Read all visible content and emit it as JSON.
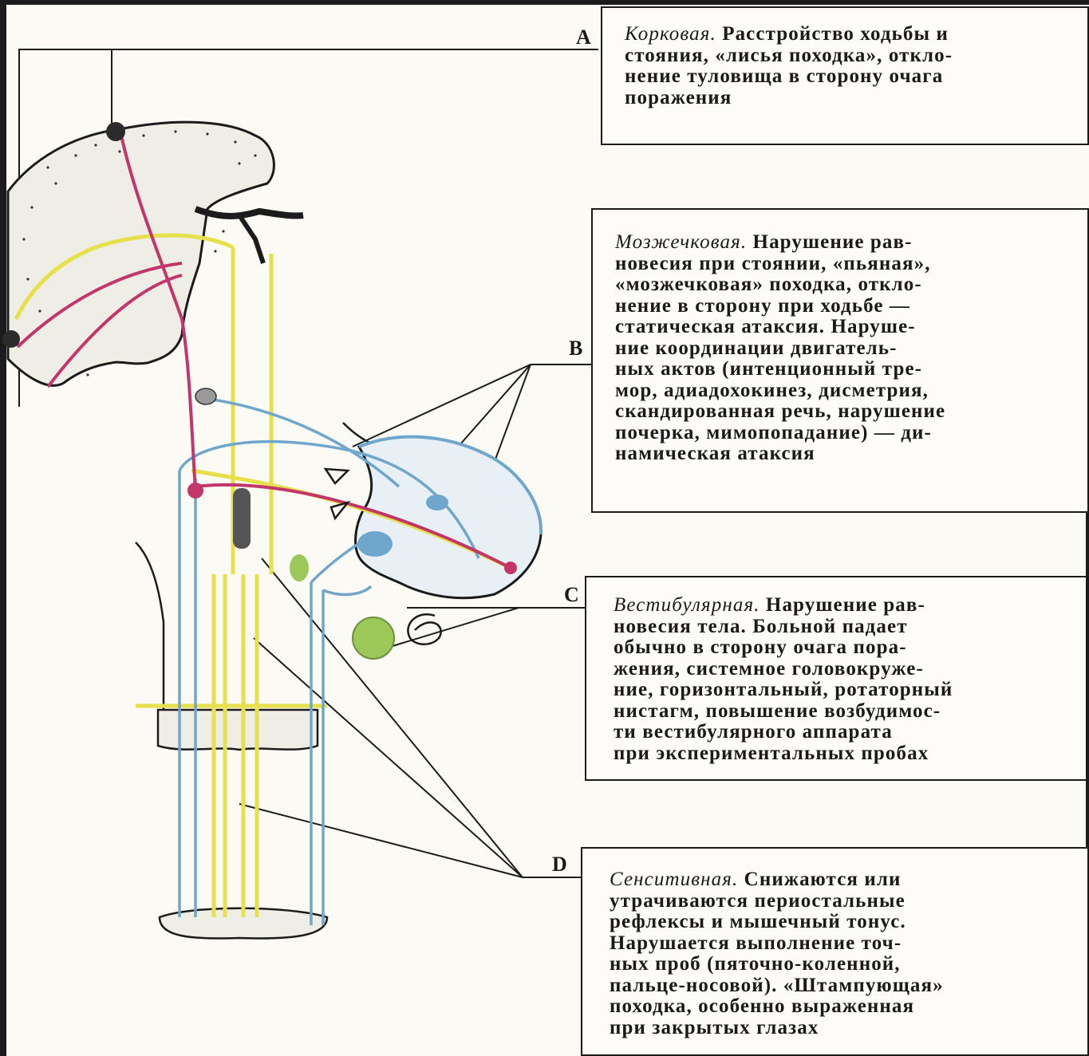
{
  "labels": {
    "a": "A",
    "b": "B",
    "c": "C",
    "d": "D"
  },
  "boxes": {
    "a": {
      "title": "Корковая.",
      "text": " Расстройство ходьбы и\nстояния, «лисья походка», откло-\nнение туловища в сторону очага\nпоражения"
    },
    "b": {
      "title": "Мозжечковая.",
      "text": " Нарушение рав-\nновесия при стоянии, «пьяная»,\n«мозжечковая» походка, откло-\nнение в сторону при ходьбе —\nстатическая атаксия. Наруше-\nние координации двигатель-\nных актов (интенционный тре-\nмор, адиадохокинез, дисметрия,\nскандированная речь, нарушение\nпочерка, мимопопадание) — ди-\nнамическая атаксия"
    },
    "c": {
      "title": "Вестибулярная.",
      "text": " Нарушение рав-\nновесия тела. Больной падает\nобычно в сторону очага пора-\nжения, системное головокруже-\nние, горизонтальный, ротаторный\nнистагм, повышение возбудимос-\nти вестибулярного аппарата\nпри экспериментальных пробах"
    },
    "d": {
      "title": "Сенситивная.",
      "text": " Снижаются или\nутрачиваются периостальные\nрефлексы и мышечный тонус.\nНарушается выполнение точ-\nных проб (пяточно-коленной,\nпальце-носовой). «Штампующая»\nпоходка, особенно выраженная\nпри закрытых глазах"
    }
  },
  "colors": {
    "cortical_pathway": "#c2366a",
    "sensory_pathway": "#e6e04a",
    "cerebellar_pathway": "#6fa6cc",
    "vestibular_nucleus": "#9cc85a",
    "outline": "#1b1b1b"
  }
}
